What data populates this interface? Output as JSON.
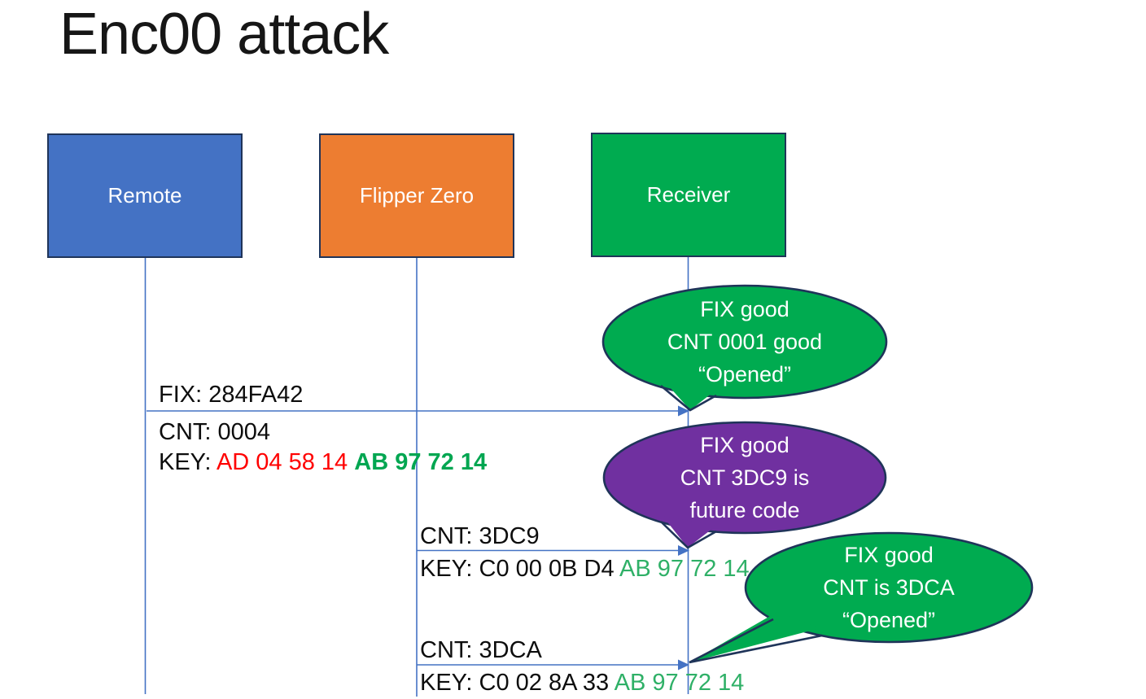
{
  "title": "Enc00 attack",
  "actors": [
    {
      "label": "Remote",
      "color": "#4472C4"
    },
    {
      "label": "Flipper Zero",
      "color": "#ED7D31"
    },
    {
      "label": "Receiver",
      "color": "#00AB50"
    }
  ],
  "messages": [
    {
      "fix": "FIX: 284FA42",
      "cnt": "CNT: 0004",
      "key_label": "KEY: ",
      "key_changing": "AD 04 58 14 ",
      "key_fixed": "AB 97 72 14"
    },
    {
      "cnt": "CNT: 3DC9",
      "key_label": "KEY: ",
      "key_changing": "C0 00 0B D4 ",
      "key_fixed": "AB 97 72 14"
    },
    {
      "cnt": "CNT: 3DCA",
      "key_label": "KEY: ",
      "key_changing": "C0 02 8A 33 ",
      "key_fixed": "AB 97 72 14"
    }
  ],
  "callouts": [
    {
      "lines": [
        "FIX good",
        "CNT 0001 good",
        "“Opened”"
      ],
      "fill": "#00AB50"
    },
    {
      "lines": [
        "FIX good",
        "CNT 3DC9 is",
        "future code"
      ],
      "fill": "#7030A0"
    },
    {
      "lines": [
        "FIX good",
        "CNT is 3DCA",
        "“Opened”"
      ],
      "fill": "#00AB50"
    }
  ],
  "colors": {
    "outline_navy": "#1F3459",
    "connector_blue": "#4472C4",
    "callout_green": "#00AB50",
    "callout_purple": "#7030A0",
    "key_changing_red": "#FF0000",
    "key_fixed_green": "#00A651",
    "key_fixed_green_light": "#2FB067"
  }
}
